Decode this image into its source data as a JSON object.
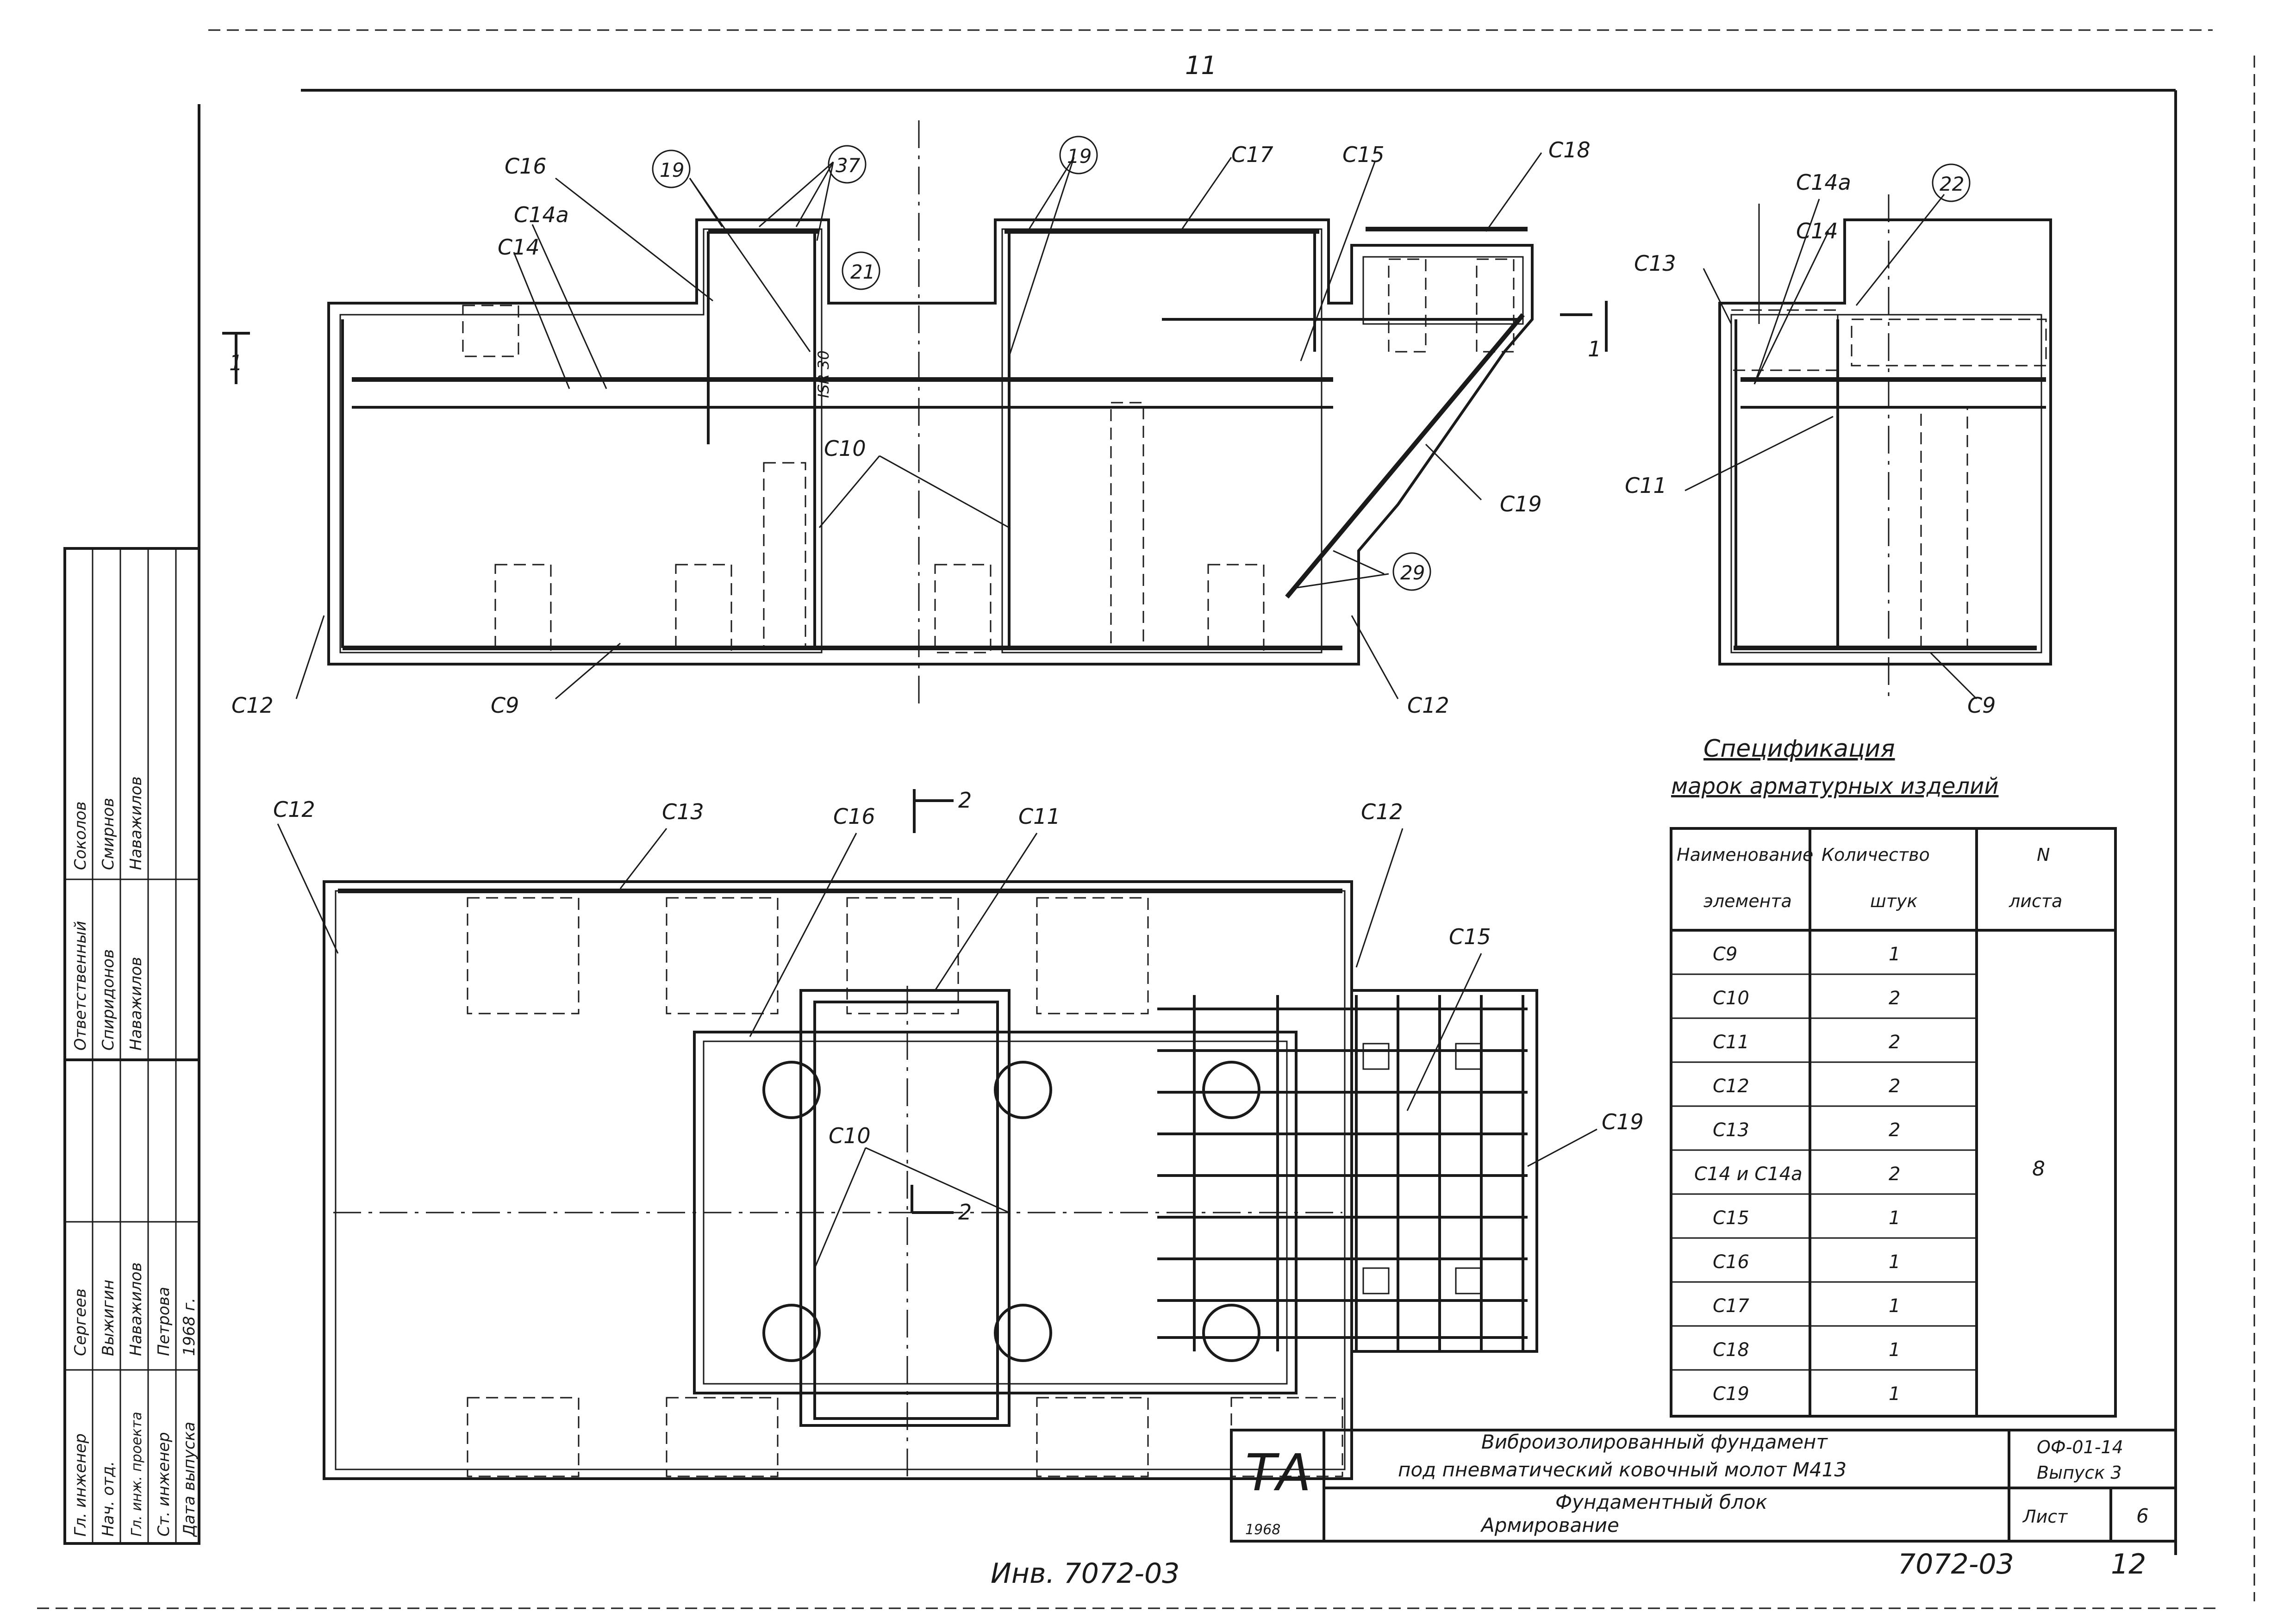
{
  "top_mark": "11",
  "section_markers": {
    "section_1_left": "1",
    "section_1_right": "1",
    "section_2_top": "2",
    "section_2_bottom": "2"
  },
  "elevation_labels": {
    "c16": "C16",
    "c14a": "C14a",
    "c14": "C14",
    "c17": "C17",
    "c15": "C15",
    "c18": "C18",
    "c10": "C10",
    "c19": "C19",
    "c12_left": "C12",
    "c9": "C9",
    "c12_right": "C12",
    "dim_vertical": "ISR 30"
  },
  "elevation_circles": {
    "n19_a": "19",
    "n37": "37",
    "n21": "21",
    "n19_b": "19",
    "n29": "29"
  },
  "side_labels": {
    "c14a": "C14a",
    "c14": "C14",
    "c13": "C13",
    "c11": "C11",
    "c9": "C9"
  },
  "side_circles": {
    "n22": "22"
  },
  "plan_labels": {
    "c12_left": "C12",
    "c13": "C13",
    "c16": "C16",
    "c11": "C11",
    "c12_right": "C12",
    "c15": "C15",
    "c19": "C19",
    "c10": "C10"
  },
  "spec": {
    "title": "Спецификация",
    "subtitle": "марок арматурных изделий",
    "headers": {
      "name_1": "Наименование",
      "name_2": "элемента",
      "qty_1": "Количество",
      "qty_2": "штук",
      "sheet_1": "N",
      "sheet_2": "листа"
    },
    "rows": [
      {
        "name": "C9",
        "qty": "1"
      },
      {
        "name": "C10",
        "qty": "2"
      },
      {
        "name": "C11",
        "qty": "2"
      },
      {
        "name": "C12",
        "qty": "2"
      },
      {
        "name": "C13",
        "qty": "2"
      },
      {
        "name": "C14 и C14a",
        "qty": "2"
      },
      {
        "name": "C15",
        "qty": "1"
      },
      {
        "name": "C16",
        "qty": "1"
      },
      {
        "name": "C17",
        "qty": "1"
      },
      {
        "name": "C18",
        "qty": "1"
      },
      {
        "name": "C19",
        "qty": "1"
      }
    ],
    "sheet_no": "8"
  },
  "title_block": {
    "logo": "ТА",
    "year": "1968",
    "title_line1": "Виброизолированный фундамент",
    "title_line2": "под пневматический ковочный молот М413",
    "subtitle_line1": "Фундаментный блок",
    "subtitle_line2": "Армирование",
    "code": "ОФ-01-14",
    "issue": "Выпуск 3",
    "sheet_label": "Лист",
    "sheet_value": "6"
  },
  "side_stamp": {
    "rows": [
      {
        "role": "Гл. инженер",
        "name": "Сергеев"
      },
      {
        "role": "Нач. отд.",
        "name": "Выжигин"
      },
      {
        "role": "Гл. инж. проекта",
        "name": "Наважилов"
      },
      {
        "role": "Ст. инженер",
        "name": "Петрова"
      },
      {
        "role": "Дата выпуска",
        "name": "1968 г."
      }
    ],
    "extra_rows": [
      {
        "role": "Ответственный",
        "name": "Соколов"
      },
      {
        "role": "Спиридонов",
        "name": "Смирнов"
      },
      {
        "role": "Наважилов",
        "name": "Наважилов"
      }
    ]
  },
  "bottom": {
    "inv_left": "Инв. 7072-03",
    "inv_right": "7072-03",
    "page": "12"
  }
}
